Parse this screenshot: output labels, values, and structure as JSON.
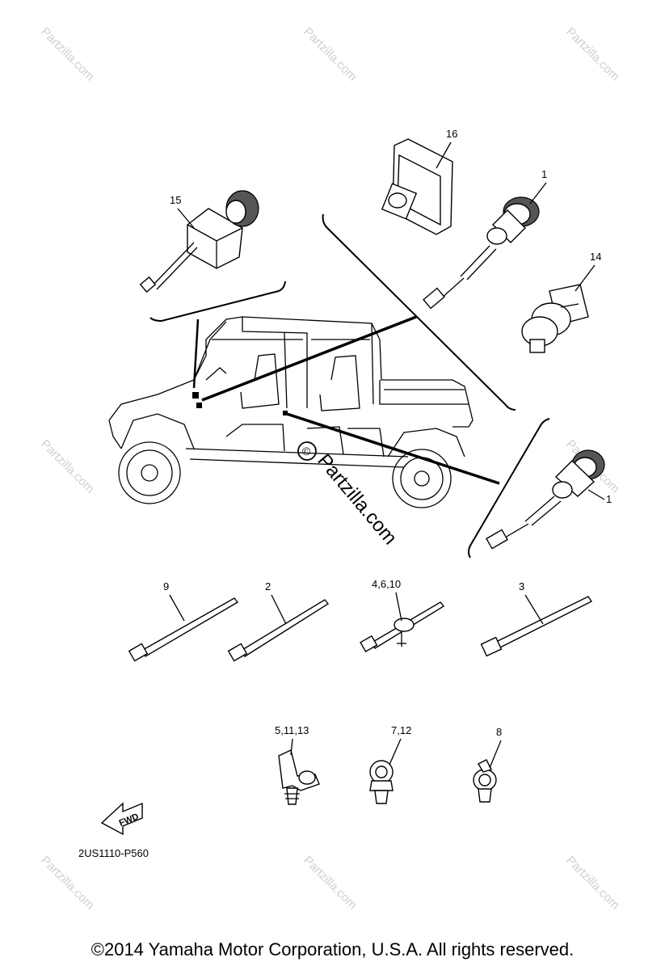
{
  "watermark": {
    "text": "Partzilla.com",
    "center_text": "Partzilla.com",
    "symbol": "©"
  },
  "callouts": {
    "c1_top": "1",
    "c1_right": "1",
    "c2": "2",
    "c3": "3",
    "c4_6_10": "4,6,10",
    "c5_11_13": "5,11,13",
    "c7_12": "7,12",
    "c8": "8",
    "c9": "9",
    "c14": "14",
    "c15": "15",
    "c16": "16"
  },
  "fwd_arrow_label": "FWD",
  "diagram_code": "2US1110-P560",
  "copyright": "©2014  Yamaha Motor Corporation, U.S.A. All rights reserved."
}
